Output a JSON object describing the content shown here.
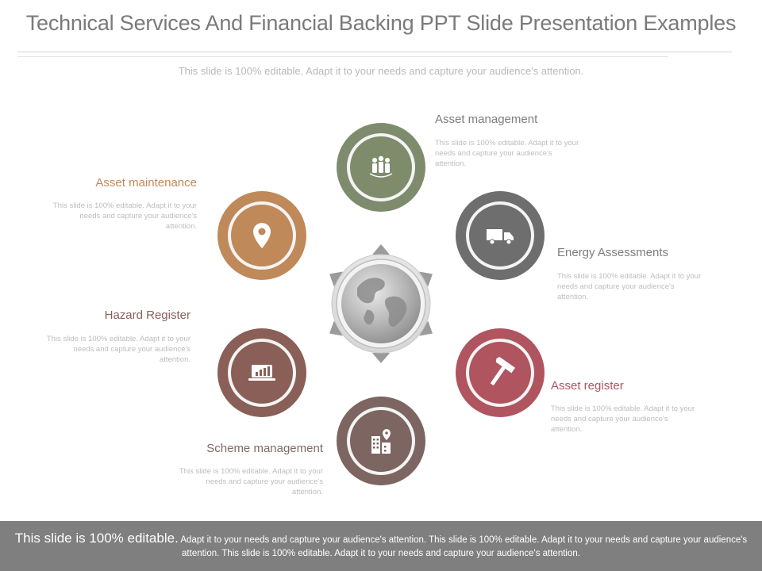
{
  "slide": {
    "title": "Technical Services And Financial Backing PPT Slide Presentation Examples",
    "subtitle": "This slide is 100% editable. Adapt it to your needs and capture your audience's attention."
  },
  "items": [
    {
      "title": "Asset management",
      "desc": "This slide is 100% editable. Adapt it to your needs and capture your audience's attention.",
      "color": "#7e8c6d",
      "icon": "people-group-icon"
    },
    {
      "title": "Energy Assessments",
      "desc": "This slide is 100% editable. Adapt it to your needs and capture your audience's attention.",
      "color": "#6e6e6e",
      "icon": "truck-icon"
    },
    {
      "title": "Asset register",
      "desc": "This slide is 100% editable. Adapt it to your needs and capture your audience's attention.",
      "color": "#b0545f",
      "icon": "hammer-icon"
    },
    {
      "title": "Scheme management",
      "desc": "This slide is 100% editable. Adapt it to your needs and capture your audience's attention.",
      "color": "#7d6561",
      "icon": "building-pin-icon"
    },
    {
      "title": "Hazard Register",
      "desc": "This slide is 100% editable. Adapt it to your needs and capture your audience's attention.",
      "color": "#8a5f57",
      "icon": "laptop-chart-icon"
    },
    {
      "title": "Asset maintenance",
      "desc": "This slide is 100% editable. Adapt it to your needs and capture your audience's attention.",
      "color": "#c0895a",
      "icon": "location-pin-icon"
    }
  ],
  "center": {
    "icon": "globe-icon",
    "color": "#a9a9a9"
  },
  "footer": {
    "lead": "This slide is 100% editable.",
    "rest": " Adapt it to your needs and capture your audience's attention. This slide is 100% editable. Adapt it to your needs and capture your audience's attention. This slide is 100% editable. Adapt it to your needs and capture your audience's attention."
  }
}
